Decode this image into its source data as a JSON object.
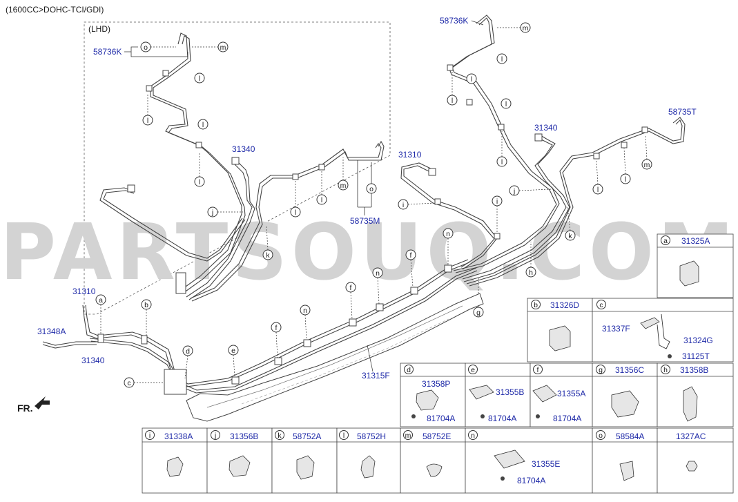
{
  "header": {
    "engine": "(1600CC>DOHC-TCI/GDI)",
    "variant": "(LHD)"
  },
  "watermark": "PARTSOUQ.COM",
  "fr_label": "FR.",
  "part_labels": {
    "p58736k_lhd": "58736K",
    "p31340_lhd": "31340",
    "p58735m": "58735M",
    "p58736k": "58736K",
    "p31340": "31340",
    "p31310": "31310",
    "p58735t": "58735T",
    "p31310_low": "31310",
    "p31348a": "31348A",
    "p31340_low": "31340",
    "p31315f": "31315F"
  },
  "callouts": {
    "o1": "o",
    "m1": "m",
    "l1": "l",
    "l2": "l",
    "l3": "l",
    "l4": "l",
    "l5": "l",
    "l6": "l",
    "l7": "l",
    "m2": "m",
    "o2": "o",
    "j1": "j",
    "k1": "k",
    "m3": "m",
    "l8": "l",
    "l9": "l",
    "l10": "l",
    "l11": "l",
    "l12": "l",
    "l13": "l",
    "m4": "m",
    "i1": "i",
    "i2": "i",
    "j2": "j",
    "k2": "k",
    "n1": "n",
    "h1": "h",
    "g1": "g",
    "f1": "f",
    "f2": "f",
    "f3": "f",
    "n2": "n",
    "n3": "n",
    "e1": "e",
    "d1": "d",
    "c1": "c",
    "b1": "b",
    "a1": "a"
  },
  "legend": {
    "a": {
      "letter": "a",
      "parts": [
        "31325A"
      ]
    },
    "b": {
      "letter": "b",
      "parts": [
        "31326D"
      ]
    },
    "c": {
      "letter": "c",
      "parts": [
        "31337F",
        "31324G",
        "31125T"
      ]
    },
    "d": {
      "letter": "d",
      "parts": [
        "31358P",
        "81704A"
      ]
    },
    "e": {
      "letter": "e",
      "parts": [
        "31355B",
        "81704A"
      ]
    },
    "f": {
      "letter": "f",
      "parts": [
        "31355A",
        "81704A"
      ]
    },
    "g": {
      "letter": "g",
      "parts": [
        "31356C"
      ]
    },
    "h": {
      "letter": "h",
      "parts": [
        "31358B"
      ]
    },
    "i": {
      "letter": "i",
      "parts": [
        "31338A"
      ]
    },
    "j": {
      "letter": "j",
      "parts": [
        "31356B"
      ]
    },
    "k": {
      "letter": "k",
      "parts": [
        "58752A"
      ]
    },
    "l": {
      "letter": "l",
      "parts": [
        "58752H"
      ]
    },
    "m": {
      "letter": "m",
      "parts": [
        "58752E"
      ]
    },
    "n": {
      "letter": "n",
      "parts": [
        "31355E",
        "81704A"
      ]
    },
    "o": {
      "letter": "o",
      "parts": [
        "58584A"
      ]
    },
    "p": {
      "letter": "",
      "parts": [
        "1327AC"
      ]
    }
  }
}
